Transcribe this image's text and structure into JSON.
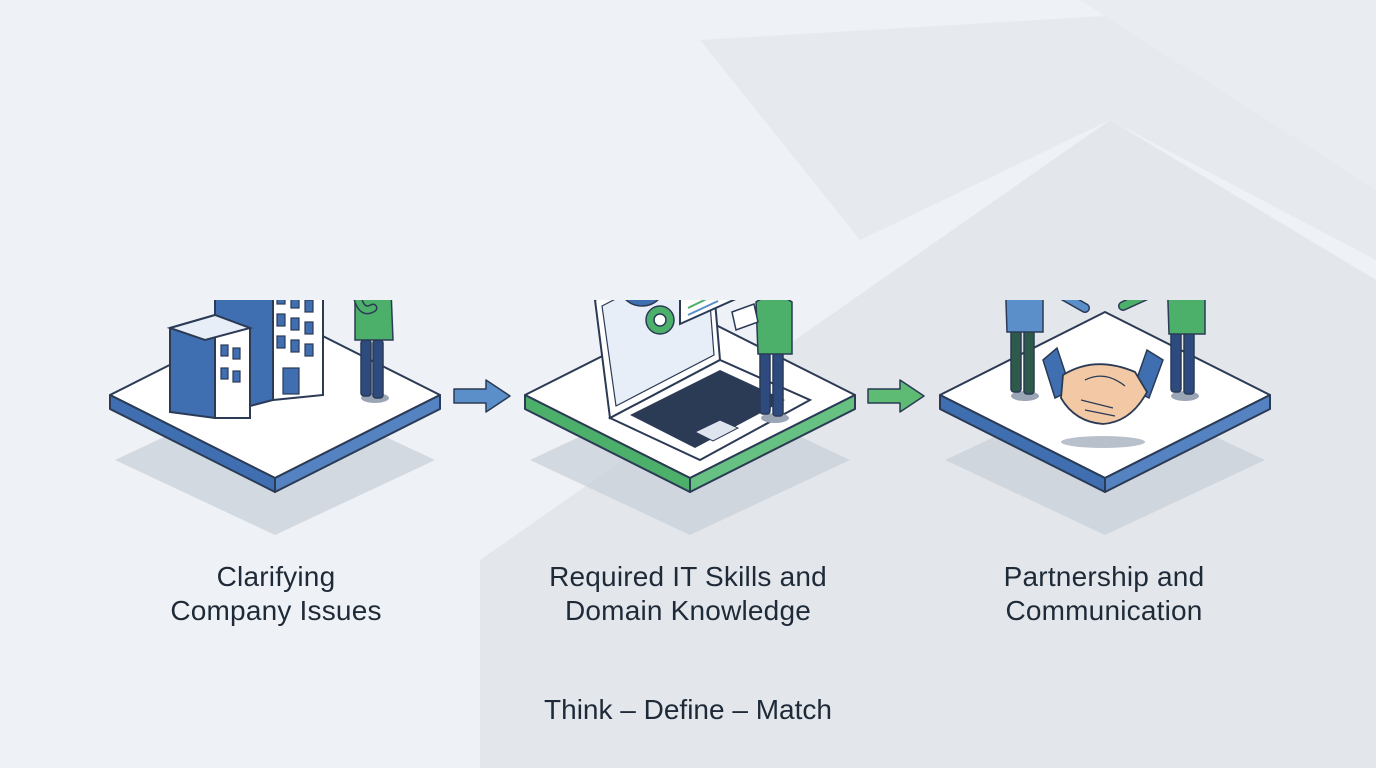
{
  "steps": [
    {
      "label_line1": "Clarifying",
      "label_line2": "Company Issues",
      "accent": "#3f6fb0",
      "icon": "building-question-icon"
    },
    {
      "label_line1": "Required IT Skills and",
      "label_line2": "Domain Knowledge",
      "accent": "#4caf6a",
      "icon": "laptop-gears-icon"
    },
    {
      "label_line1": "Partnership and",
      "label_line2": "Communication",
      "accent": "#3f6fb0",
      "icon": "handshake-icon"
    }
  ],
  "arrows": [
    {
      "color": "#5b8fc9",
      "icon": "right-arrow-icon"
    },
    {
      "color": "#5dbb73",
      "icon": "right-arrow-icon"
    }
  ],
  "tagline": "Think – Define – Match",
  "colors": {
    "blue": "#3f6fb0",
    "green": "#4caf6a",
    "dark": "#2b3a55",
    "text": "#1f2a38"
  }
}
